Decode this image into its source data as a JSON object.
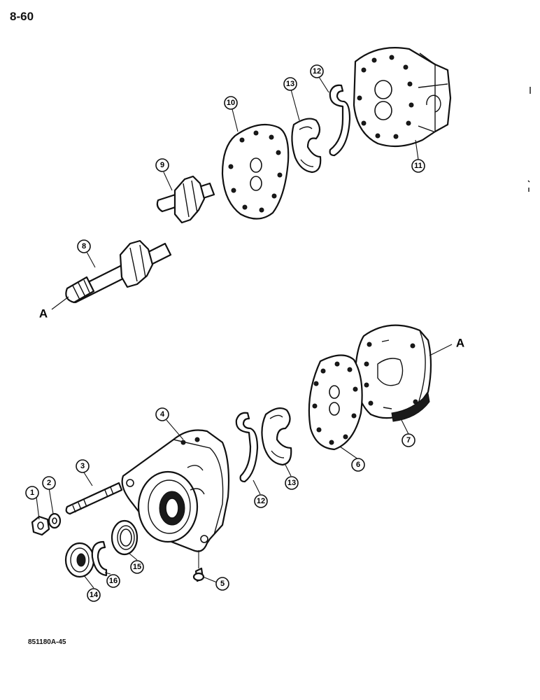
{
  "page_number": "8-60",
  "figure_code": "851180A-45",
  "reference_label": "A",
  "callouts": {
    "c1": "1",
    "c2": "2",
    "c3": "3",
    "c4": "4",
    "c5": "5",
    "c6": "6",
    "c7": "7",
    "c8": "8",
    "c9": "9",
    "c10": "10",
    "c11": "11",
    "c12a": "12",
    "c12b": "12",
    "c13a": "13",
    "c13b": "13",
    "c14": "14",
    "c15": "15",
    "c16": "16"
  }
}
